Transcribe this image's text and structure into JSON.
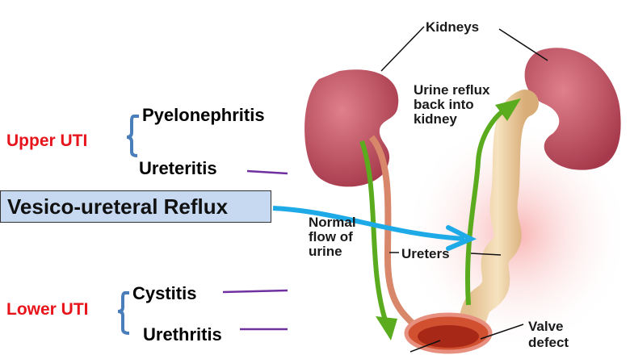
{
  "left": {
    "upper_uti": "Upper UTI",
    "pyelonephritis": "Pyelonephritis",
    "ureteritis": "Ureteritis",
    "vur": "Vesico-ureteral Reflux",
    "lower_uti": "Lower UTI",
    "cystitis": "Cystitis",
    "urethritis": "Urethritis"
  },
  "illustration": {
    "kidneys": "Kidneys",
    "reflux": [
      "Urine reflux",
      "back into",
      "kidney"
    ],
    "normal_flow": [
      "Normal",
      "flow of",
      "urine"
    ],
    "ureters": "Ureters",
    "valve_defect": [
      "Valve",
      "defect"
    ]
  },
  "colors": {
    "red": "#e8141c",
    "brace": "#4a7ebb",
    "pointer": "#7030a0",
    "arrow_blue": "#1eaae7",
    "arrow_green": "#5aac1e",
    "kidney": "#b84a5a"
  }
}
